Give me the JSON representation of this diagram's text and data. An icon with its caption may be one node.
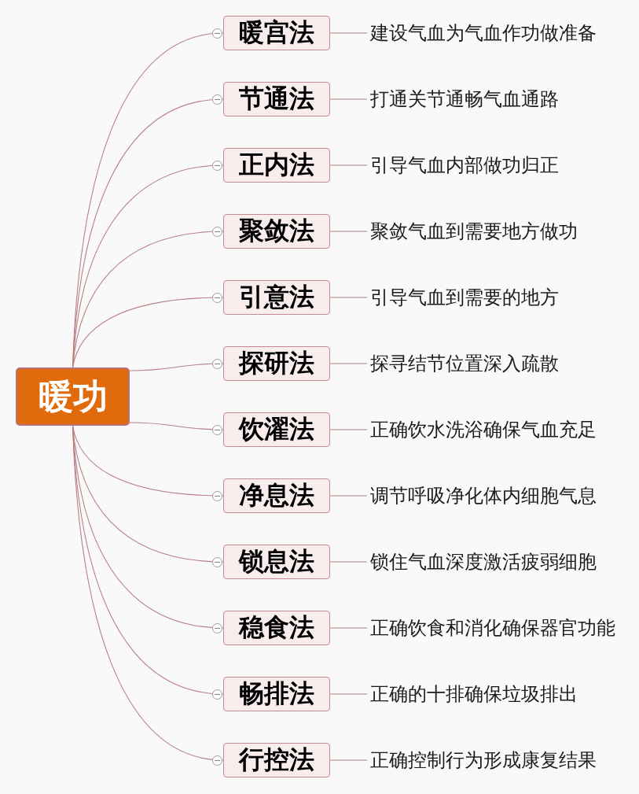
{
  "diagram": {
    "nodes": [
      {
        "text": [
          "暖功"
        ]
      },
      {
        "text": [
          "暖宫法"
        ]
      },
      {
        "text": [
          "建设气血为气血作功做准备"
        ]
      },
      {
        "text": [
          "节通法"
        ]
      },
      {
        "text": [
          "打通关节通畅气血通路"
        ]
      },
      {
        "text": [
          "正内法"
        ]
      },
      {
        "text": [
          "引导气血内部做功归正"
        ]
      },
      {
        "text": [
          "聚敛法"
        ]
      },
      {
        "text": [
          "聚敛气血到需要地方做功"
        ]
      },
      {
        "text": [
          "引意法"
        ]
      },
      {
        "text": [
          "引导气血到需要的地方"
        ]
      },
      {
        "text": [
          "探研法"
        ]
      },
      {
        "text": [
          "探寻结节位置深入疏散"
        ]
      },
      {
        "text": [
          "饮濯法"
        ]
      },
      {
        "text": [
          "正确饮水洗浴确保气血充足"
        ]
      },
      {
        "text": [
          "净息法"
        ]
      },
      {
        "text": [
          "调节呼吸净化体内细胞气息"
        ]
      },
      {
        "text": [
          "锁息法"
        ]
      },
      {
        "text": [
          "锁住气血深度激活疲弱细胞"
        ]
      },
      {
        "text": [
          "稳食法"
        ]
      },
      {
        "text": [
          "正确饮食和消化确保器官功能"
        ]
      },
      {
        "text": [
          "畅排法"
        ]
      },
      {
        "text": [
          "正确的十排确保垃圾排出"
        ]
      },
      {
        "text": [
          "行控法"
        ]
      },
      {
        "text": [
          "正确控制行为形成康复结果"
        ]
      }
    ],
    "edges": [
      {
        "from": 0,
        "to": 1,
        "arrow": "none"
      },
      {
        "from": 1,
        "to": 2,
        "arrow": "none"
      },
      {
        "from": 0,
        "to": 3,
        "arrow": "none"
      },
      {
        "from": 3,
        "to": 4,
        "arrow": "none"
      },
      {
        "from": 0,
        "to": 5,
        "arrow": "none"
      },
      {
        "from": 5,
        "to": 6,
        "arrow": "none"
      },
      {
        "from": 0,
        "to": 7,
        "arrow": "none"
      },
      {
        "from": 7,
        "to": 8,
        "arrow": "none"
      },
      {
        "from": 0,
        "to": 9,
        "arrow": "none"
      },
      {
        "from": 9,
        "to": 10,
        "arrow": "none"
      },
      {
        "from": 0,
        "to": 11,
        "arrow": "none"
      },
      {
        "from": 11,
        "to": 12,
        "arrow": "none"
      },
      {
        "from": 0,
        "to": 13,
        "arrow": "none"
      },
      {
        "from": 13,
        "to": 14,
        "arrow": "none"
      },
      {
        "from": 0,
        "to": 15,
        "arrow": "none"
      },
      {
        "from": 15,
        "to": 16,
        "arrow": "none"
      },
      {
        "from": 0,
        "to": 17,
        "arrow": "none"
      },
      {
        "from": 17,
        "to": 18,
        "arrow": "none"
      },
      {
        "from": 0,
        "to": 19,
        "arrow": "none"
      },
      {
        "from": 19,
        "to": 20,
        "arrow": "none"
      },
      {
        "from": 0,
        "to": 21,
        "arrow": "none"
      },
      {
        "from": 21,
        "to": 22,
        "arrow": "none"
      },
      {
        "from": 0,
        "to": 23,
        "arrow": "none"
      },
      {
        "from": 23,
        "to": 24,
        "arrow": "none"
      }
    ]
  }
}
